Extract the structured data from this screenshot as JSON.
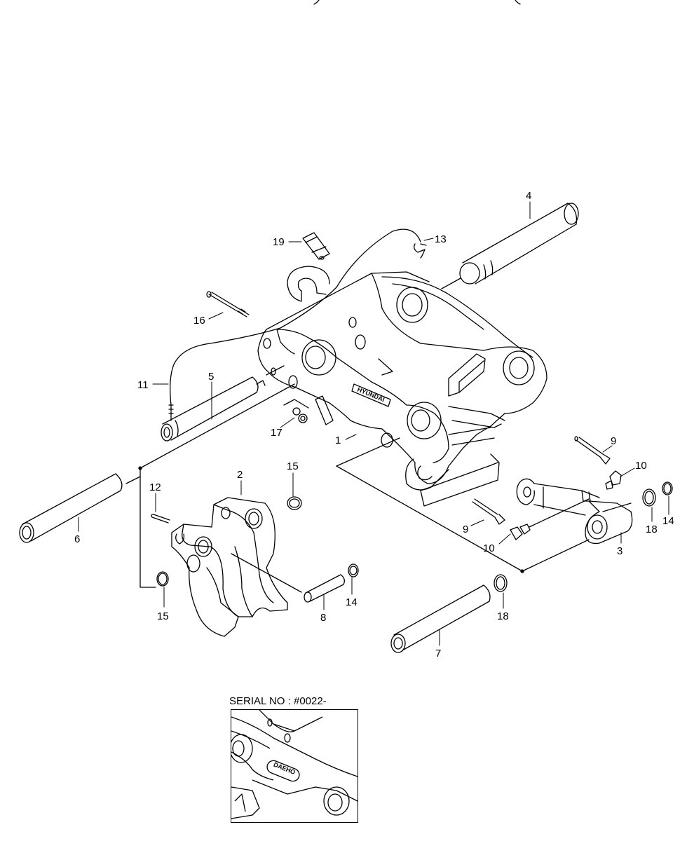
{
  "callouts": {
    "c1": "1",
    "c2": "2",
    "c3": "3",
    "c4": "4",
    "c5": "5",
    "c6": "6",
    "c7": "7",
    "c8": "8",
    "c9a": "9",
    "c9b": "9",
    "c10a": "10",
    "c10b": "10",
    "c11": "11",
    "c12": "12",
    "c13": "13",
    "c14a": "14",
    "c14b": "14",
    "c15a": "15",
    "c15b": "15",
    "c16": "16",
    "c17": "17",
    "c18a": "18",
    "c18b": "18",
    "c19": "19"
  },
  "serial_note": "SERIAL NO : #0022-",
  "logo_main": "HYUNDAI",
  "logo_inset": "DAEHO"
}
